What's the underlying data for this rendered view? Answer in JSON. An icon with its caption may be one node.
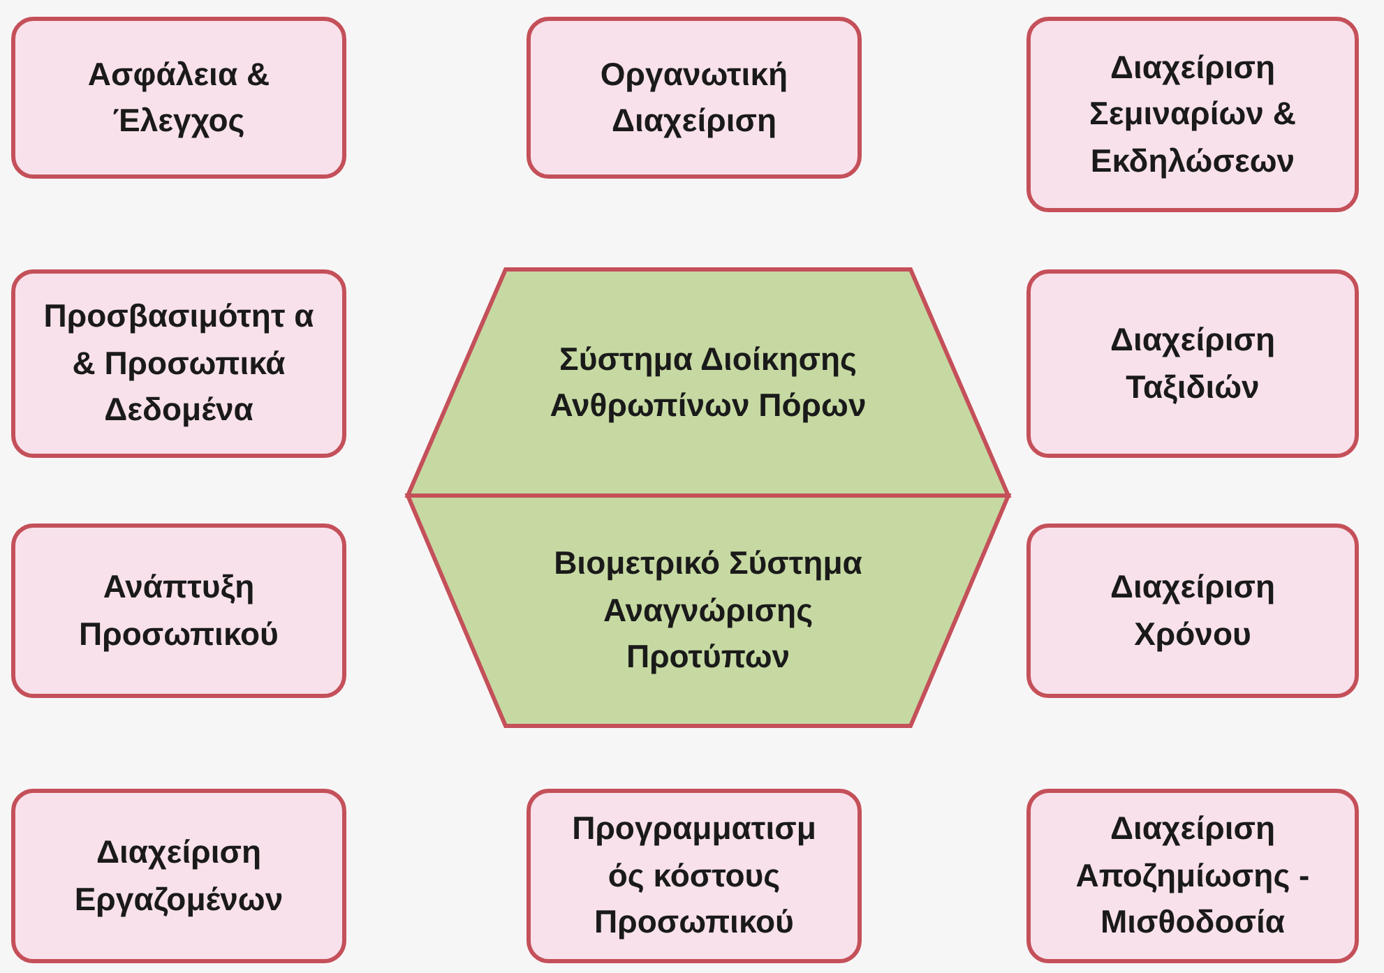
{
  "diagram": {
    "nodes": [
      {
        "text": [
          "Ασφάλεια & Έλεγχος"
        ]
      },
      {
        "text": [
          "Οργανωτική Διαχείριση"
        ]
      },
      {
        "text": [
          "Διαχείριση Σεμιναρίων & Εκδηλώσεων"
        ]
      },
      {
        "text": [
          "Προσβασιμότητ α & Προσωπικά Δεδομένα"
        ]
      },
      {
        "text": [
          "Σύστημα Διοίκησης Ανθρωπίνων Πόρων"
        ]
      },
      {
        "text": [
          "Διαχείριση Ταξιδιών"
        ]
      },
      {
        "text": [
          "Βιομετρικό Σύστημα Αναγνώρισης Προτύπων"
        ]
      },
      {
        "text": [
          "Ανάπτυξη Προσωπικού"
        ]
      },
      {
        "text": [
          "Διαχείριση Χρόνου"
        ]
      },
      {
        "text": [
          "Διαχείριση Εργαζομένων"
        ]
      },
      {
        "text": [
          "Προγραμματισμ ός κόστους Προσωπικού"
        ]
      },
      {
        "text": [
          "Διαχείριση Αποζημίωσης - Μισθοδοσία"
        ]
      }
    ]
  }
}
